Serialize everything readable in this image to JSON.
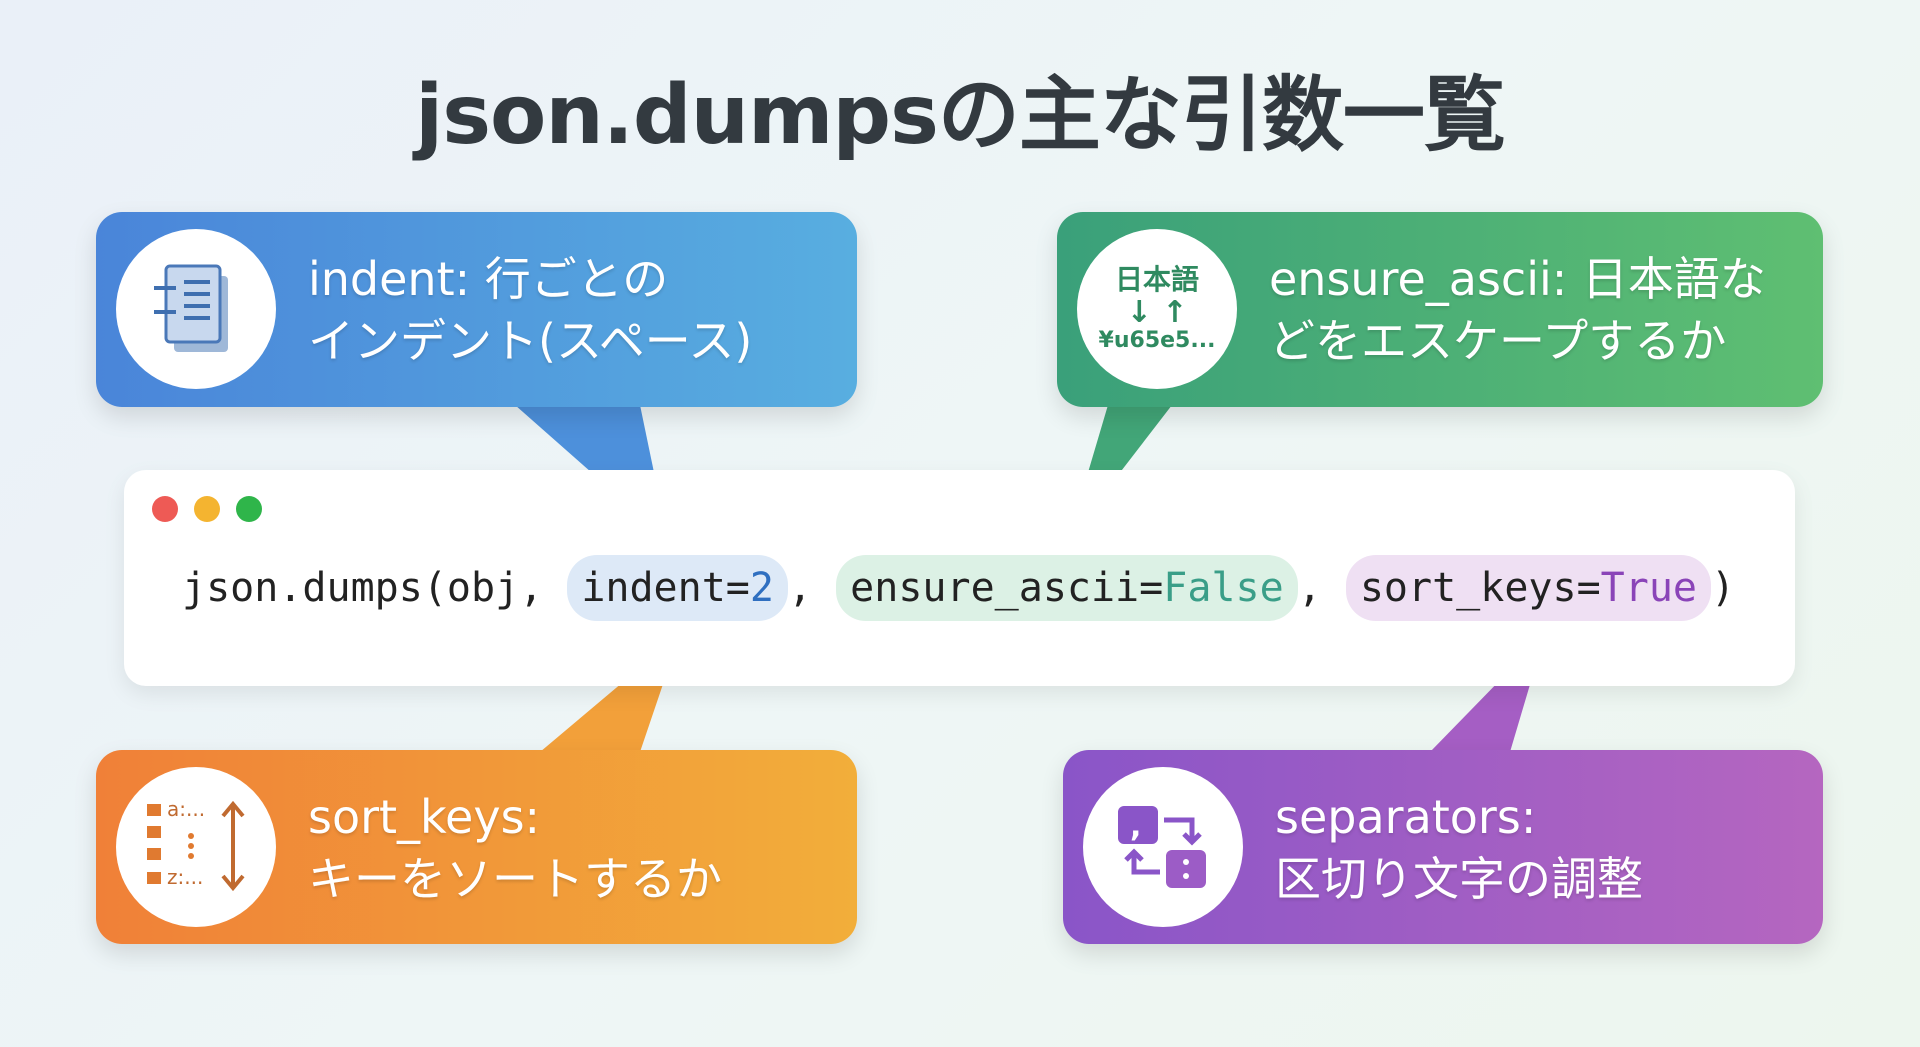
{
  "title": "json.dumpsの主な引数一覧",
  "cards": {
    "indent": {
      "line1": "indent: 行ごとの",
      "line2": "インデント(スペース)",
      "icon": "indent-document-icon"
    },
    "ensure_ascii": {
      "line1": "ensure_ascii: 日本語な",
      "line2": "どをエスケープするか",
      "icon": "escape-unicode-icon",
      "icon_top": "日本語",
      "icon_arrows": "↓ ↑",
      "icon_bottom": "¥u65e5..."
    },
    "sort_keys": {
      "line1": "sort_keys:",
      "line2": "キーをソートするか",
      "icon": "sort-list-icon",
      "icon_a": "a:...",
      "icon_z": "z:..."
    },
    "separators": {
      "line1": "separators:",
      "line2": "区切り文字の調整",
      "icon": "separator-swap-icon"
    }
  },
  "code": {
    "prefix": "json.dumps(obj, ",
    "indent_key": "indent=",
    "indent_val": "2",
    "comma1": ", ",
    "ascii_key": "ensure_ascii=",
    "ascii_val": "False",
    "comma2": ", ",
    "sort_key": "sort_keys=",
    "sort_val": "True",
    "suffix": ")"
  },
  "colors": {
    "blue": "#4a85d9",
    "green": "#3aa07a",
    "orange": "#f08038",
    "purple": "#8a55c8"
  }
}
